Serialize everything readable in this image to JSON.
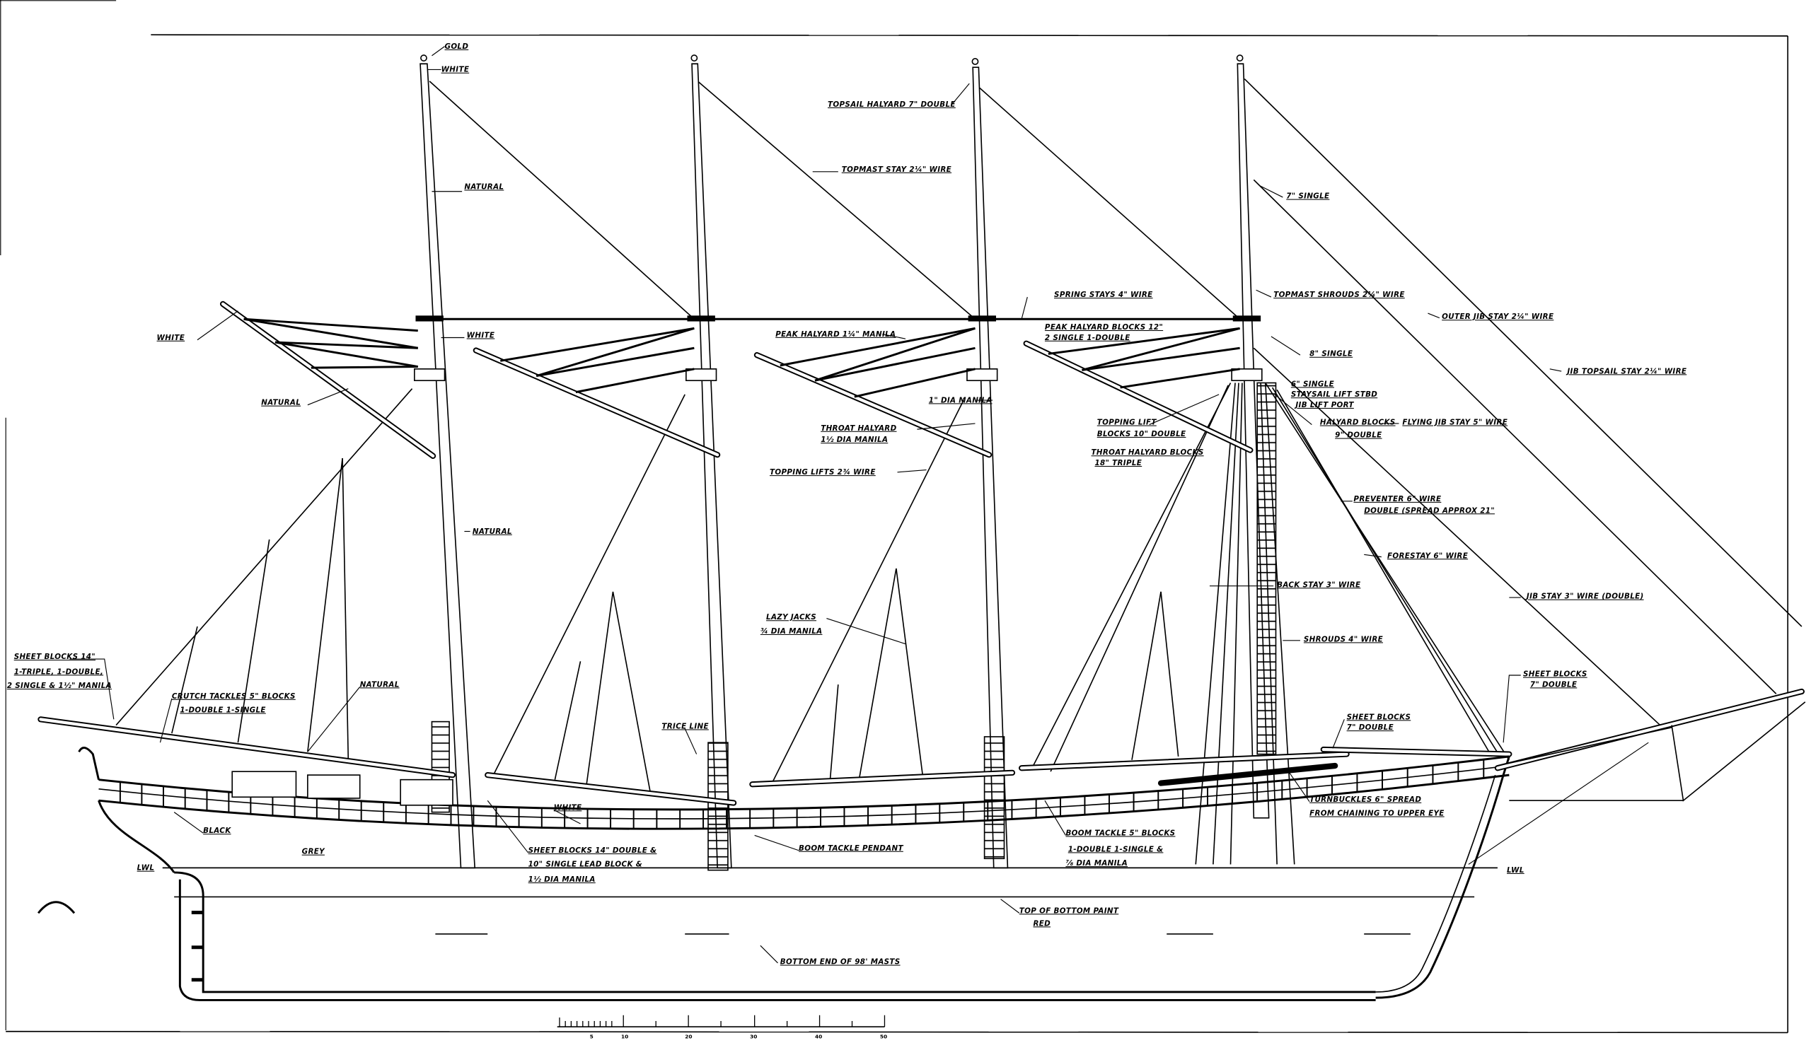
{
  "labels": {
    "gold": "GOLD",
    "mast_top_white": "WHITE",
    "topmast_natural": "NATURAL",
    "gaff_white": "WHITE",
    "crosstree_white": "WHITE",
    "gaff_natural": "NATURAL",
    "mast_natural": "NATURAL",
    "topsail_halyard": "TOPSAIL HALYARD 7\" DOUBLE",
    "topmast_stay": "TOPMAST STAY 2¼\" WIRE",
    "peak_halyard": "PEAK HALYARD 1¼\" MANILA",
    "dia_manila_1": "1\" DIA MANILA",
    "throat_halyard_1": "THROAT HALYARD",
    "throat_halyard_2": "1½ DIA MANILA",
    "topping_lifts": "TOPPING LIFTS 2¾ WIRE",
    "spring_stays": "SPRING STAYS 4\" WIRE",
    "peak_halyard_blocks_1": "PEAK HALYARD BLOCKS 12\"",
    "peak_halyard_blocks_2": "2 SINGLE 1-DOUBLE",
    "topmast_shrouds": "TOPMAST SHROUDS 2¼\" WIRE",
    "single_7": "7\" SINGLE",
    "outer_jib_stay": "OUTER JIB STAY 2¼\" WIRE",
    "single_8": "8\" SINGLE",
    "jib_topsail_stay": "JIB TOPSAIL STAY 2¼\" WIRE",
    "single_6_1": "6\" SINGLE",
    "single_6_2": "STAYSAIL LIFT STBD",
    "single_6_3": "JIB LIFT PORT",
    "topping_lift_blocks_1": "TOPPING LIFT",
    "topping_lift_blocks_2": "BLOCKS 10\" DOUBLE",
    "throat_halyard_blocks_1": "THROAT HALYARD BLOCKS",
    "throat_halyard_blocks_2": "18\" TRIPLE",
    "halyard_blocks_1": "HALYARD BLOCKS",
    "halyard_blocks_2": "9\" DOUBLE",
    "flying_jib_stay": "FLYING JIB STAY 5\" WIRE",
    "preventer_1": "PREVENTER 6\" WIRE",
    "preventer_2": "DOUBLE  (SPREAD APPROX 21\"",
    "forestay": "FORESTAY 6\" WIRE",
    "back_stay": "BACK STAY 3\" WIRE",
    "jib_stay": "JIB STAY 3\" WIRE (DOUBLE)",
    "shrouds": "SHROUDS 4\" WIRE",
    "sheet_blocks_jib_1": "SHEET BLOCKS",
    "sheet_blocks_jib_2": "7\" DOUBLE",
    "sheet_blocks_stay_1": "SHEET BLOCKS",
    "sheet_blocks_stay_2": "7\" DOUBLE",
    "lazy_jacks_1": "LAZY JACKS",
    "lazy_jacks_2": "¾ DIA MANILA",
    "trice_line": "TRICE LINE",
    "sheet_blocks_main_1": "SHEET BLOCKS 14\"",
    "sheet_blocks_main_2": "1-TRIPLE, 1-DOUBLE,",
    "sheet_blocks_main_3": "2 SINGLE & 1½\" MANILA",
    "crutch_tackles_1": "CRUTCH TACKLES 5\" BLOCKS",
    "crutch_tackles_2": "1-DOUBLE  1-SINGLE",
    "boom_natural": "NATURAL",
    "black": "BLACK",
    "grey": "GREY",
    "rail_white": "WHITE",
    "sheet_blocks_fore_1": "SHEET BLOCKS 14\" DOUBLE &",
    "sheet_blocks_fore_2": "10\" SINGLE LEAD BLOCK &",
    "sheet_blocks_fore_3": "1½ DIA MANILA",
    "boom_tackle_pendant": "BOOM TACKLE PENDANT",
    "boom_tackle_1": "BOOM TACKLE 5\" BLOCKS",
    "boom_tackle_2": "1-DOUBLE  1-SINGLE &",
    "boom_tackle_3": "⅞ DIA MANILA",
    "turnbuckles_1": "TURNBUCKLES 6\" SPREAD",
    "turnbuckles_2": "FROM CHAINING TO UPPER EYE",
    "lwl_aft": "LWL",
    "lwl_fwd": "LWL",
    "bottom_paint_1": "TOP OF BOTTOM PAINT",
    "bottom_paint_2": "RED",
    "bottom_end": "BOTTOM END OF 98' MASTS"
  },
  "scale_bar": {
    "ticks": [
      "5",
      "10",
      "20",
      "30",
      "40",
      "50"
    ]
  }
}
